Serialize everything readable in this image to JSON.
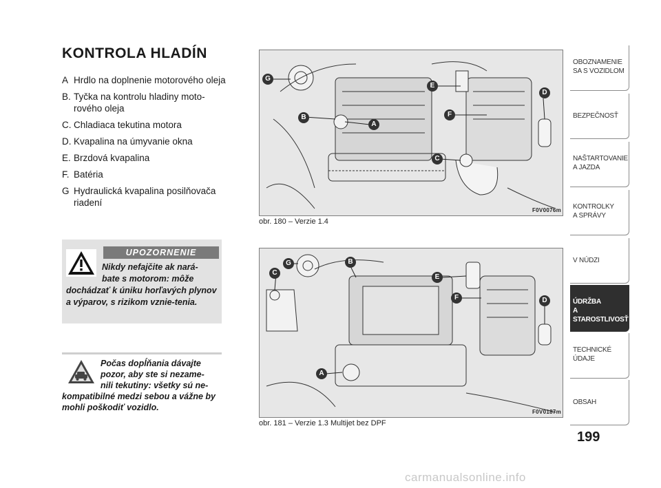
{
  "page": {
    "title": "KONTROLA HLADÍN",
    "page_number": "199",
    "watermark": "carmanualsonline.info"
  },
  "legend": [
    {
      "key": "A",
      "text": "Hrdlo na doplnenie motorového oleja"
    },
    {
      "key": "B.",
      "text": "Tyčka na kontrolu hladiny moto-rového oleja"
    },
    {
      "key": "C.",
      "text": "Chladiaca tekutina motora"
    },
    {
      "key": "D.",
      "text": "Kvapalina na úmyvanie okna"
    },
    {
      "key": "E.",
      "text": "Brzdová kvapalina"
    },
    {
      "key": "F.",
      "text": "Batéria"
    },
    {
      "key": "G",
      "text": "Hydraulická kvapalina posilňovača riadení"
    }
  ],
  "warning": {
    "header": "UPOZORNENIE",
    "text_line1": "Nikdy nefajčite ak nará-",
    "text_line2": "bate s motorom: môže",
    "text_rest": "dochádzať k úniku horľavých plynov a výparov, s rizikom vznie-tenia.",
    "icon": "warning-triangle-icon"
  },
  "caution": {
    "text_line1": "Počas dopĺňania dávajte",
    "text_line2": "pozor, aby ste si nezame-",
    "text_line3": "nili tekutiny: všetky sú ne-",
    "text_rest": "kompatibilné medzi sebou a vážne by mohli poškodiť vozidlo.",
    "icon": "car-caution-icon"
  },
  "figures": [
    {
      "caption": "obr. 180 – Verzie 1.4",
      "code": "F0V0076m"
    },
    {
      "caption": "obr. 181 – Verzie 1.3 Multijet bez DPF",
      "code": "F0V0187m"
    }
  ],
  "side_tabs": [
    {
      "label_1": "OBOZNAMENIE",
      "label_2": "SA S VOZIDLOM"
    },
    {
      "label_1": "BEZPEČNOSŤ",
      "label_2": ""
    },
    {
      "label_1": "NAŠTARTOVANIE",
      "label_2": "A JAZDA"
    },
    {
      "label_1": "KONTROLKY",
      "label_2": "A SPRÁVY"
    },
    {
      "label_1": "V NÚDZI",
      "label_2": ""
    },
    {
      "label_1": "ÚDRŽBA",
      "label_2": "A STAROSTLIVOSŤ"
    },
    {
      "label_1": "TECHNICKÉ",
      "label_2": "ÚDAJE"
    },
    {
      "label_1": "OBSAH",
      "label_2": ""
    }
  ],
  "callout_letters": [
    "A",
    "B",
    "C",
    "D",
    "E",
    "F",
    "G"
  ]
}
